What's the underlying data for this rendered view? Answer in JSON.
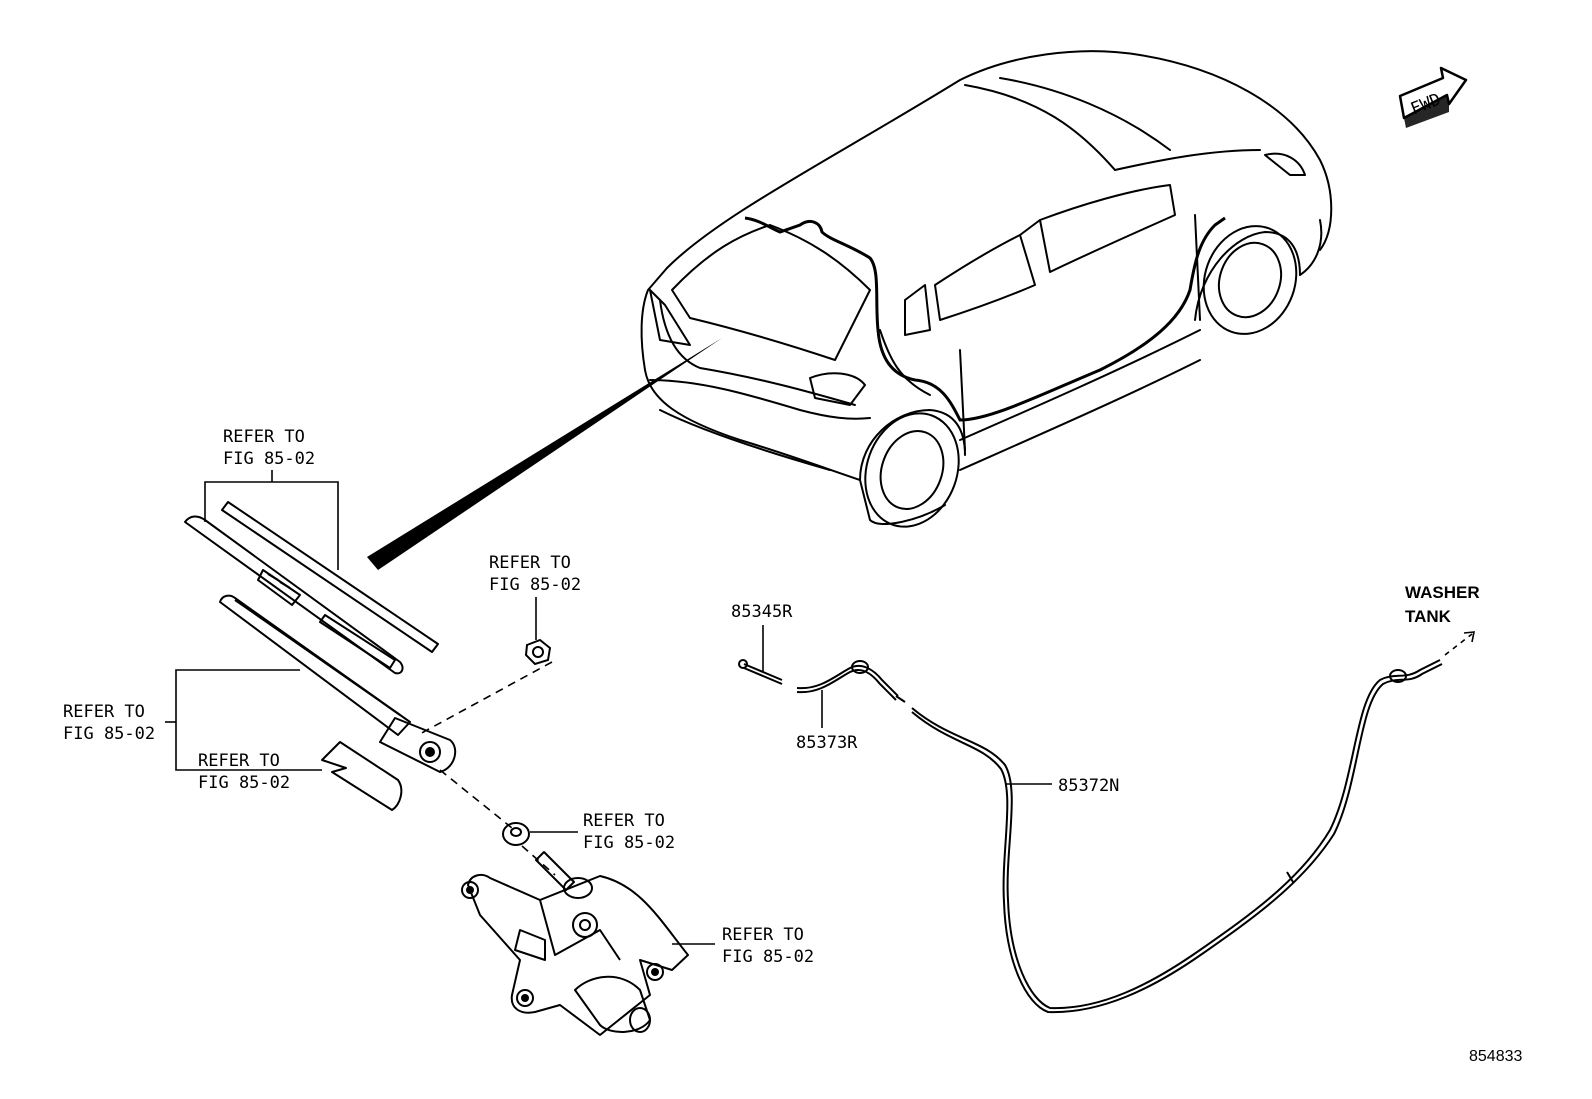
{
  "diagram": {
    "fwd_label": "FWD",
    "figure_number": "854833",
    "refer_labels": [
      {
        "line1": "REFER TO",
        "line2": "FIG 85-02"
      },
      {
        "line1": "REFER TO",
        "line2": "FIG 85-02"
      },
      {
        "line1": "REFER TO",
        "line2": "FIG 85-02"
      },
      {
        "line1": "REFER TO",
        "line2": "FIG 85-02"
      },
      {
        "line1": "REFER TO",
        "line2": "FIG 85-02"
      },
      {
        "line1": "REFER TO",
        "line2": "FIG 85-02"
      }
    ],
    "parts": {
      "nozzle": "85345R",
      "hose_short": "85373R",
      "hose_long": "85372N"
    },
    "washer_tank": {
      "line1": "WASHER",
      "line2": "TANK"
    }
  }
}
